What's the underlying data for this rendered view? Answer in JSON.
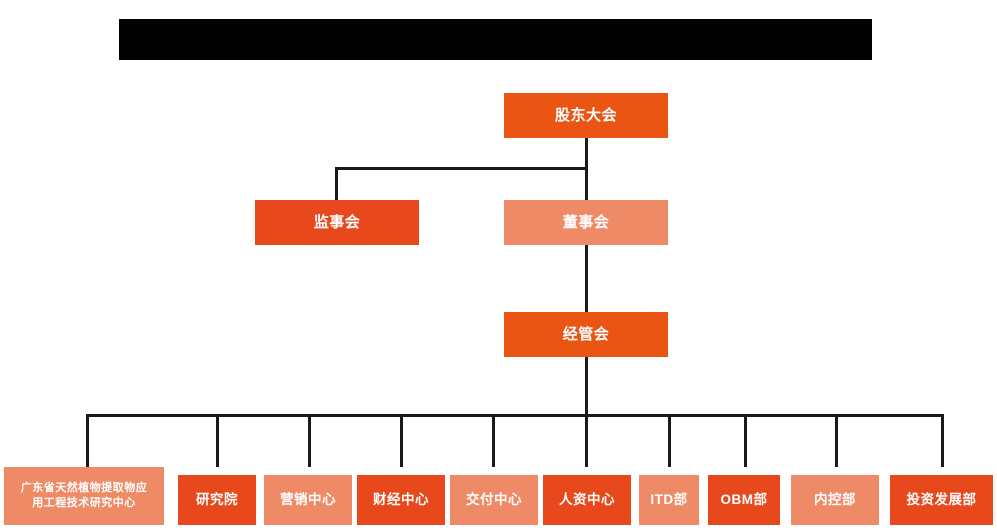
{
  "page": {
    "title_bar": {
      "name": "redacted-title-bar",
      "text": ""
    },
    "background_color": "#ffffff"
  },
  "colors": {
    "dark_orange": "#E8491C",
    "mid_orange": "#EA5514",
    "light_orange": "#EE8A66",
    "line": "#1a1a1a",
    "label": "#ffffff"
  },
  "chart_data": {
    "type": "diagram",
    "diagram_kind": "organization-chart",
    "orientation": "top-down",
    "title": "",
    "levels": [
      {
        "level": 1,
        "nodes": [
          {
            "id": "shareholders",
            "label": "股东大会",
            "color": "#EA5514"
          }
        ]
      },
      {
        "level": 2,
        "nodes": [
          {
            "id": "supervisors",
            "label": "监事会",
            "color": "#E8491C",
            "parent": "shareholders"
          },
          {
            "id": "directors",
            "label": "董事会",
            "color": "#EE8A66",
            "parent": "shareholders"
          }
        ]
      },
      {
        "level": 3,
        "nodes": [
          {
            "id": "management",
            "label": "经管会",
            "color": "#EA5514",
            "parent": "directors"
          }
        ]
      },
      {
        "level": 4,
        "parent": "management",
        "nodes": [
          {
            "id": "rnd-center",
            "label": "广东省天然植物提取物应用工程技术研究中心",
            "label_line1": "广东省天然植物提取物应",
            "label_line2": "用工程技术研究中心",
            "color": "#EE8A66"
          },
          {
            "id": "institute",
            "label": "研究院",
            "color": "#E8491C"
          },
          {
            "id": "marketing-center",
            "label": "营销中心",
            "color": "#EE8A66"
          },
          {
            "id": "finance-center",
            "label": "财经中心",
            "color": "#E8491C"
          },
          {
            "id": "delivery-center",
            "label": "交付中心",
            "color": "#EE8A66"
          },
          {
            "id": "hr-center",
            "label": "人资中心",
            "color": "#E8491C"
          },
          {
            "id": "itd-dept",
            "label": "ITD部",
            "color": "#EE8A66"
          },
          {
            "id": "obm-dept",
            "label": "OBM部",
            "color": "#E8491C"
          },
          {
            "id": "internal-control-dept",
            "label": "内控部",
            "color": "#EE8A66"
          },
          {
            "id": "investment-development-dept",
            "label": "投资发展部",
            "color": "#E8491C"
          }
        ]
      }
    ],
    "edges": [
      {
        "from": "shareholders",
        "to": "supervisors"
      },
      {
        "from": "shareholders",
        "to": "directors"
      },
      {
        "from": "directors",
        "to": "management"
      },
      {
        "from": "management",
        "to": "rnd-center"
      },
      {
        "from": "management",
        "to": "institute"
      },
      {
        "from": "management",
        "to": "marketing-center"
      },
      {
        "from": "management",
        "to": "finance-center"
      },
      {
        "from": "management",
        "to": "delivery-center"
      },
      {
        "from": "management",
        "to": "hr-center"
      },
      {
        "from": "management",
        "to": "itd-dept"
      },
      {
        "from": "management",
        "to": "obm-dept"
      },
      {
        "from": "management",
        "to": "internal-control-dept"
      },
      {
        "from": "management",
        "to": "investment-development-dept"
      }
    ]
  }
}
